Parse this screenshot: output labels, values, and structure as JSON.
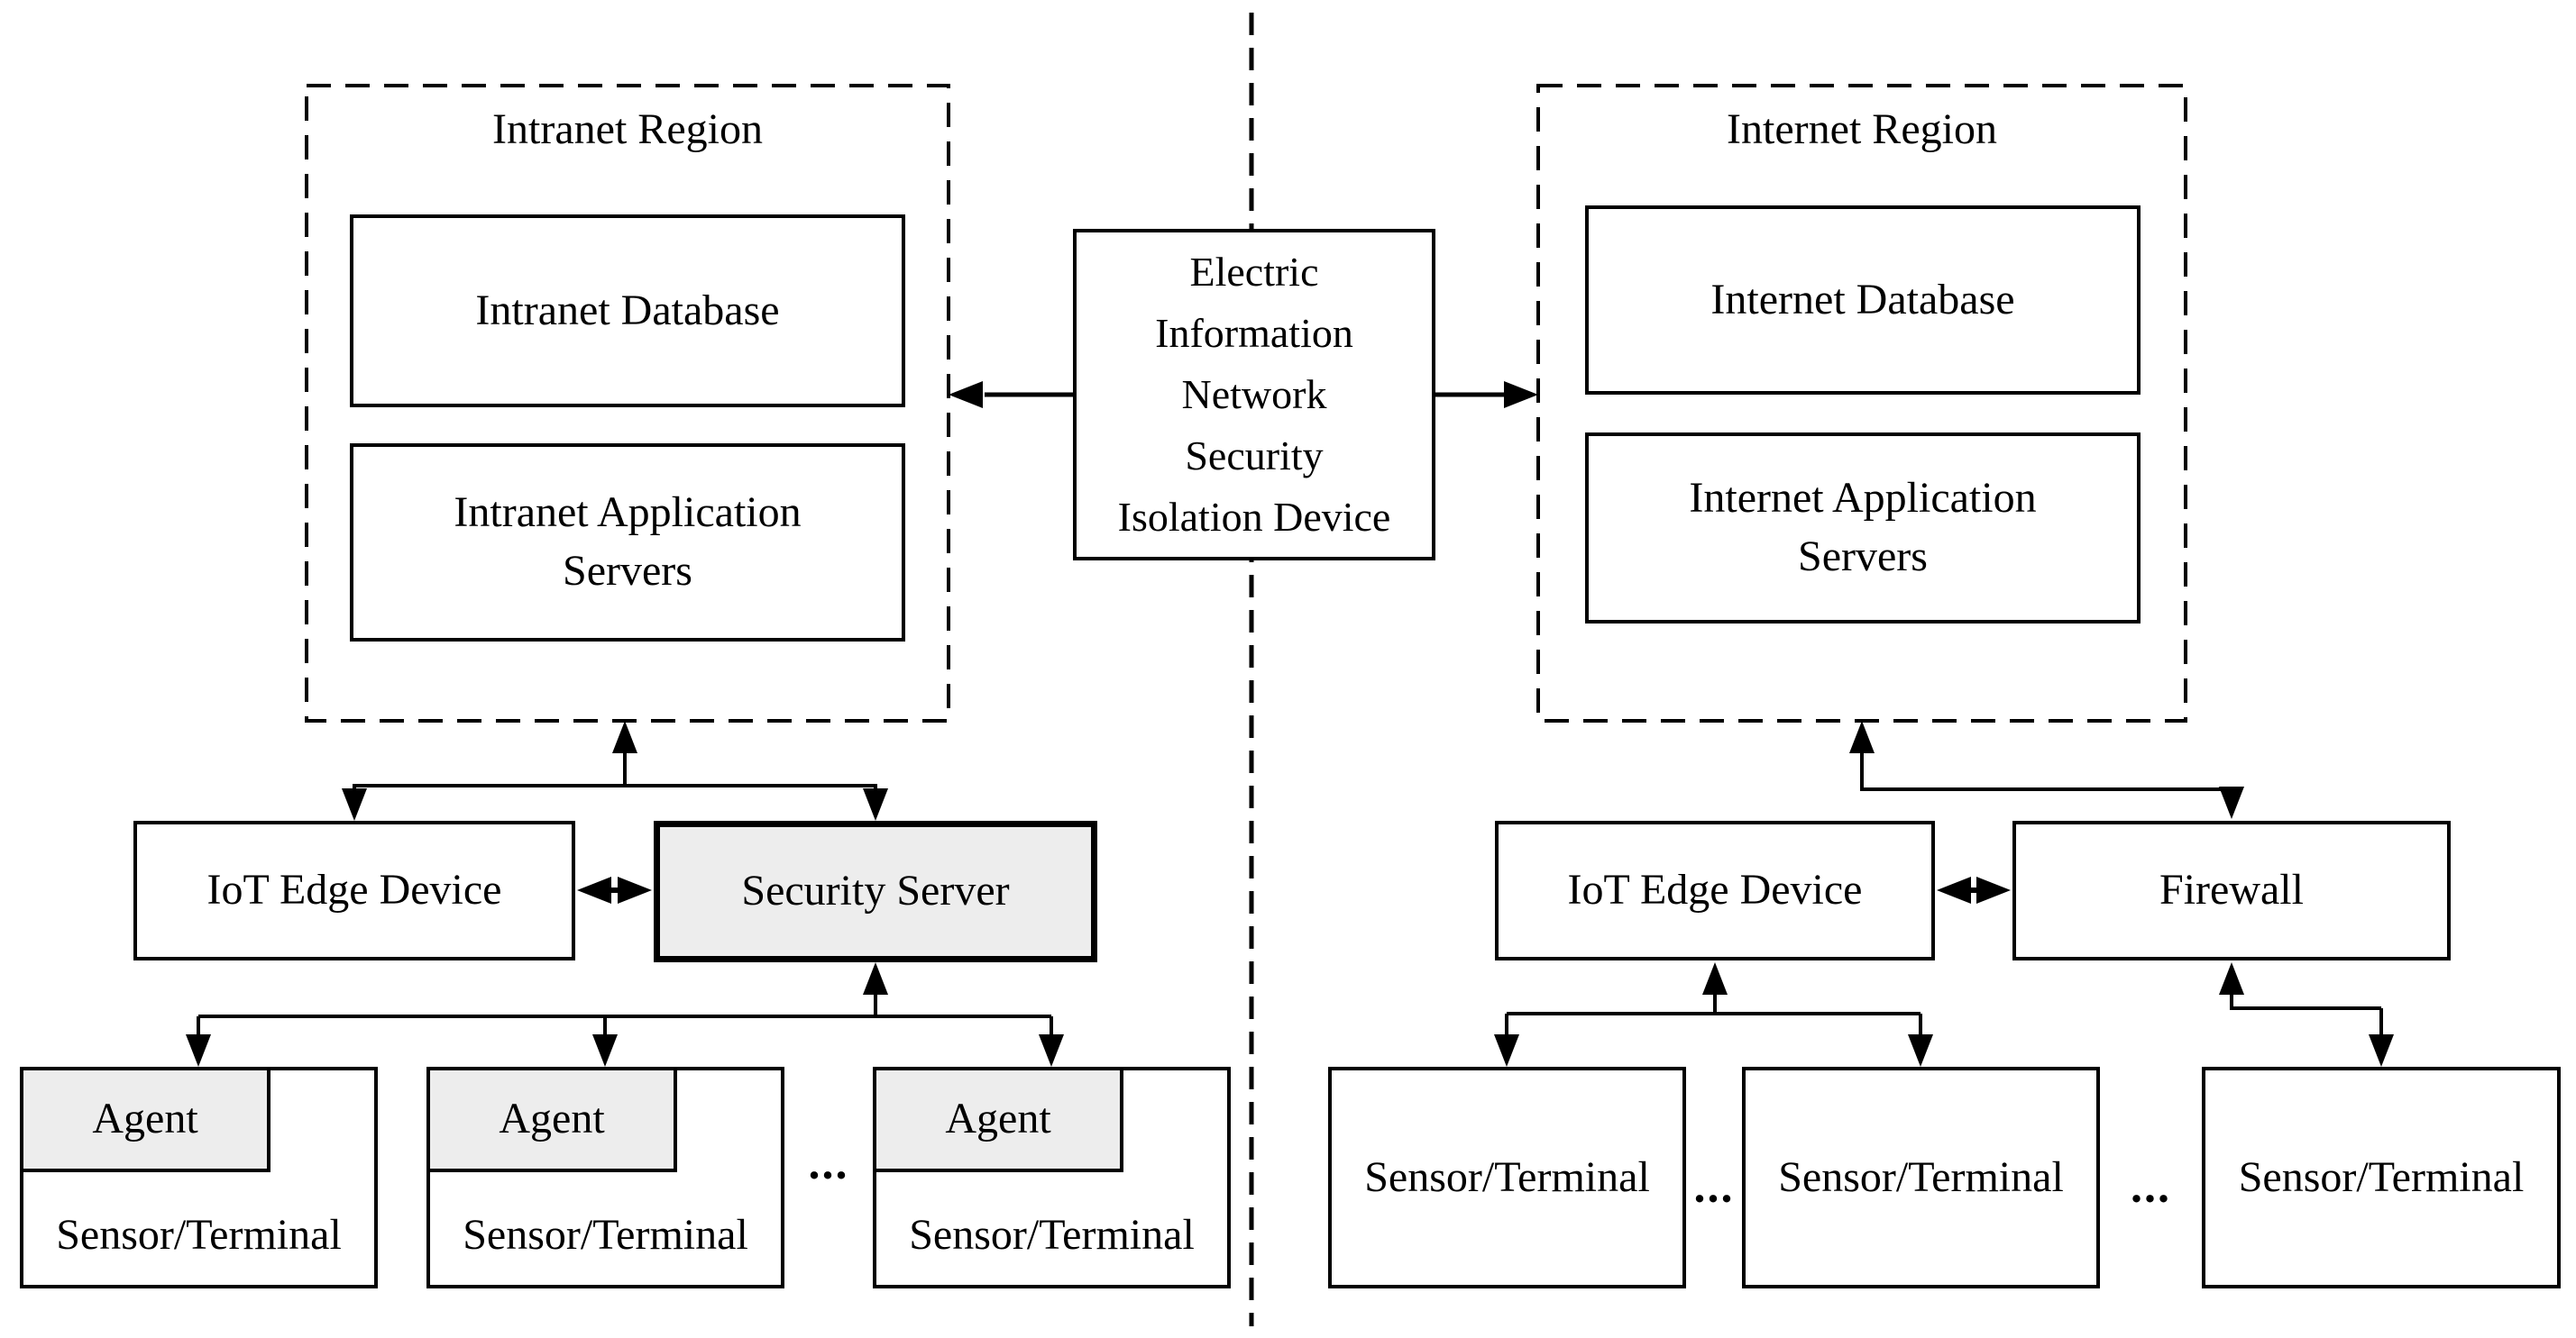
{
  "colors": {
    "line": "#000000",
    "background": "#ffffff",
    "shaded_fill": "#ededed"
  },
  "intranet_region": {
    "title": "Intranet Region",
    "database_label": "Intranet Database",
    "app_servers_label": "Intranet Application Servers"
  },
  "internet_region": {
    "title": "Internet Region",
    "database_label": "Internet Database",
    "app_servers_label": "Internet Application Servers"
  },
  "isolation_device": {
    "lines": [
      "Electric",
      "Information",
      "Network",
      "Security",
      "Isolation Device"
    ]
  },
  "intranet_cluster": {
    "iot_edge_label": "IoT Edge Device",
    "security_server_label": "Security Server",
    "ellipsis": "...",
    "sensors": [
      {
        "agent_label": "Agent",
        "label": "Sensor/Terminal"
      },
      {
        "agent_label": "Agent",
        "label": "Sensor/Terminal"
      },
      {
        "agent_label": "Agent",
        "label": "Sensor/Terminal"
      }
    ]
  },
  "internet_cluster": {
    "iot_edge_label": "IoT Edge Device",
    "firewall_label": "Firewall",
    "ellipsis_1": "...",
    "ellipsis_2": "...",
    "sensors": [
      {
        "label": "Sensor/Terminal"
      },
      {
        "label": "Sensor/Terminal"
      },
      {
        "label": "Sensor/Terminal"
      }
    ]
  }
}
